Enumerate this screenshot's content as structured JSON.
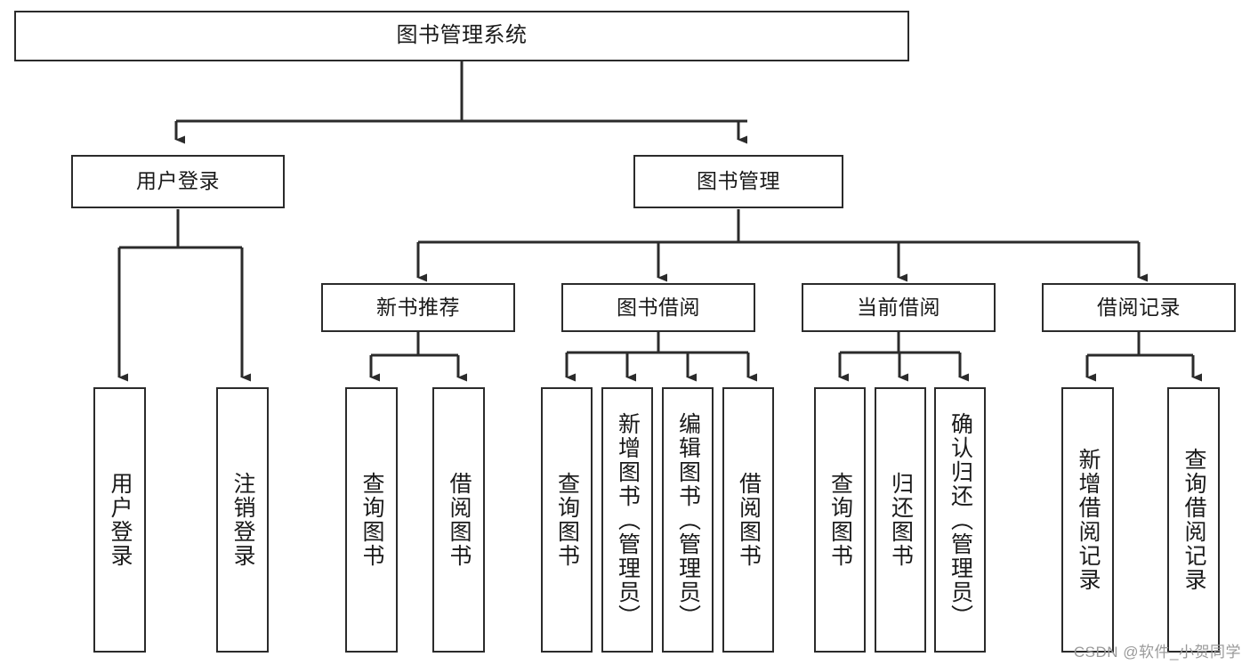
{
  "diagram": {
    "title": "图书管理系统",
    "type": "tree-hierarchy-chart",
    "watermark": "CSDN @软件_小贺同学",
    "colors": {
      "box_border": "#2b2b2b",
      "connector": "#2b2b2b",
      "background": "#ffffff",
      "text": "#1a1a1a",
      "watermark": "#9a9a9a"
    },
    "levels": {
      "root": {
        "label": "图书管理系统"
      },
      "level2": [
        {
          "id": "user-login",
          "label": "用户登录"
        },
        {
          "id": "book-management",
          "label": "图书管理"
        }
      ],
      "level3": [
        {
          "id": "new-book-recommend",
          "label": "新书推荐"
        },
        {
          "id": "book-borrow",
          "label": "图书借阅"
        },
        {
          "id": "current-borrow",
          "label": "当前借阅"
        },
        {
          "id": "borrow-record",
          "label": "借阅记录"
        }
      ],
      "leaves": {
        "user_login": [
          {
            "id": "leaf-user-login",
            "label": "用户登录"
          },
          {
            "id": "leaf-logout-login",
            "label": "注销登录"
          }
        ],
        "new_book_recommend": [
          {
            "id": "leaf-query-book-1",
            "label": "查询图书"
          },
          {
            "id": "leaf-borrow-book-1",
            "label": "借阅图书"
          }
        ],
        "book_borrow": [
          {
            "id": "leaf-query-book-2",
            "label": "查询图书"
          },
          {
            "id": "leaf-add-book",
            "label": "新增图书（管理员）"
          },
          {
            "id": "leaf-edit-book",
            "label": "编辑图书（管理员）"
          },
          {
            "id": "leaf-borrow-book-2",
            "label": "借阅图书"
          }
        ],
        "current_borrow": [
          {
            "id": "leaf-query-book-3",
            "label": "查询图书"
          },
          {
            "id": "leaf-return-book",
            "label": "归还图书"
          },
          {
            "id": "leaf-confirm-return",
            "label": "确认归还（管理员）"
          }
        ],
        "borrow_record": [
          {
            "id": "leaf-add-record",
            "label": "新增借阅记录"
          },
          {
            "id": "leaf-query-record",
            "label": "查询借阅记录"
          }
        ]
      }
    }
  }
}
